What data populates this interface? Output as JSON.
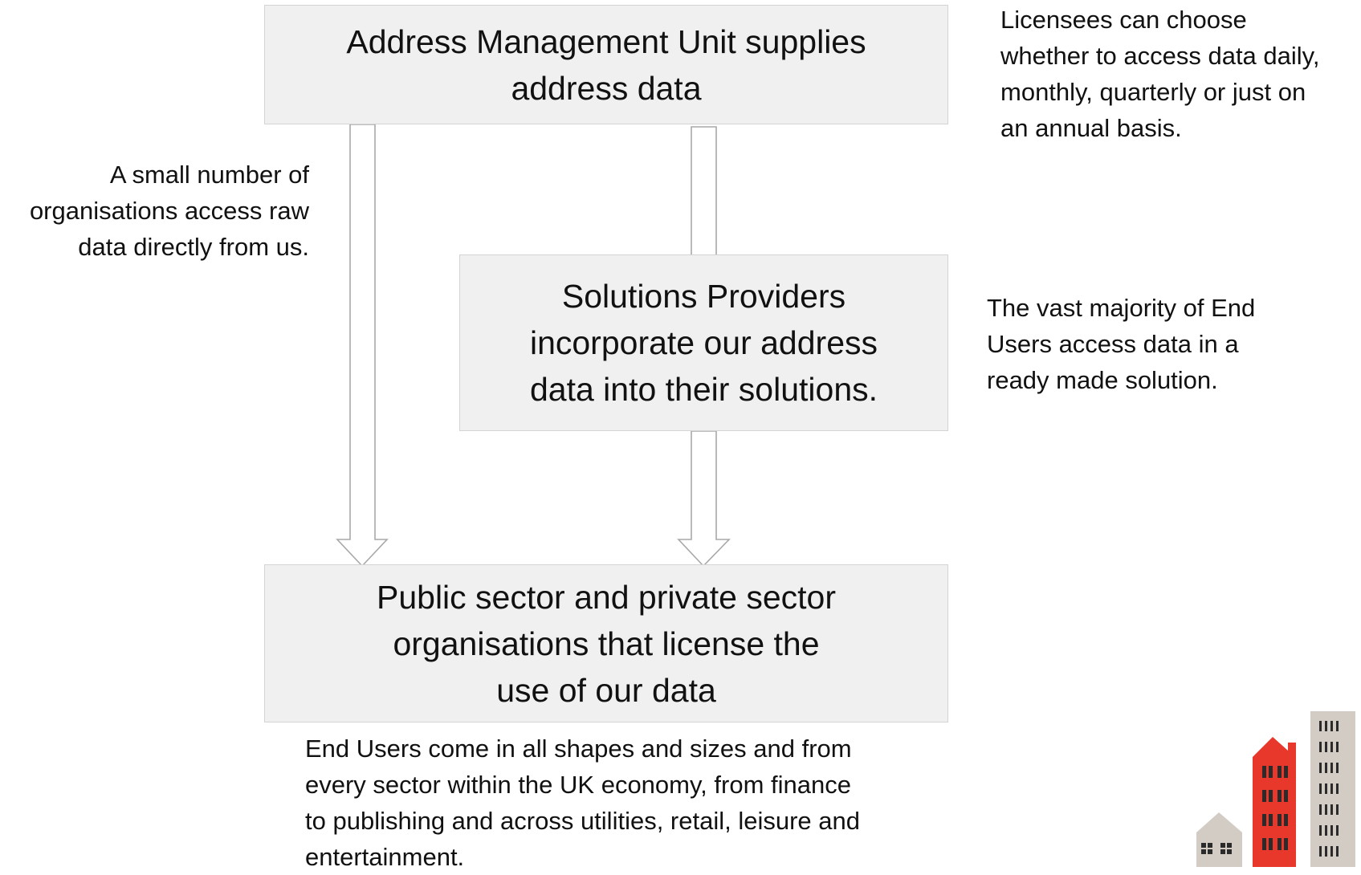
{
  "boxes": {
    "address_management": [
      "Address Management Unit supplies",
      "address data"
    ],
    "solutions_providers": [
      "Solutions Providers",
      "incorporate our address",
      "data into their solutions."
    ],
    "public_private": [
      "Public sector and private sector",
      "organisations that license the",
      "use of our data"
    ]
  },
  "notes": {
    "left": [
      "A small number of",
      "organisations access raw",
      "data directly from us."
    ],
    "top_right": [
      "Licensees can choose",
      "whether to access data daily,",
      "monthly, quarterly or just on",
      "an annual basis."
    ],
    "mid_right": [
      "The vast majority of End",
      "Users access data in a",
      "ready made solution."
    ],
    "bottom": [
      "End Users come in all shapes and sizes and from",
      "every sector within the UK economy, from finance",
      "to publishing and across utilities, retail, leisure and",
      "entertainment."
    ]
  },
  "colors": {
    "box_fill": "#f0f0f0",
    "box_border": "#d4d4d4",
    "arrow_stroke": "#a8a8a8",
    "building_red": "#e8382b",
    "building_grey": "#d3ccc4",
    "window_dark": "#2b2b2b"
  },
  "icons": [
    "buildings-illustration-icon"
  ]
}
